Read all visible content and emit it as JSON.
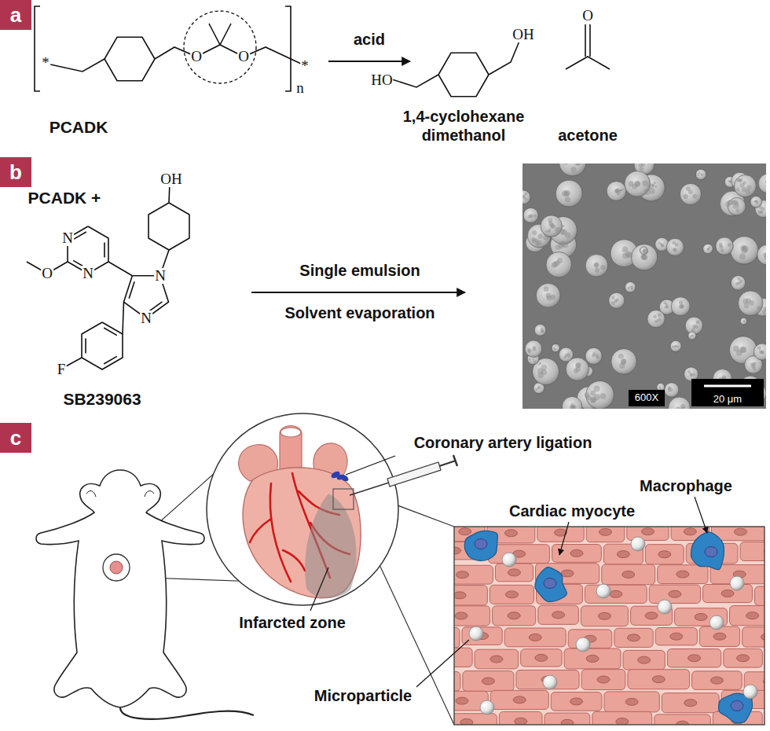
{
  "diagram": {
    "nodes": [
      {
        "text": [
          "a"
        ]
      },
      {
        "text": [
          "b"
        ]
      },
      {
        "text": [
          "c"
        ]
      }
    ],
    "labels": [
      "*",
      "O",
      "O",
      "*",
      "n",
      "PCADK",
      "acid",
      "HO",
      "OH",
      "O",
      "1,4-cyclohexane dimethanol",
      "acetone",
      "PCADK +",
      "OH",
      "N",
      "O",
      "N",
      "N",
      "N",
      "F",
      "SB239063",
      "Single emulsion",
      "Solvent evaporation",
      "600X",
      "20 μm",
      "Coronary artery ligation",
      "Macrophage",
      "Cardiac myocyte",
      "Infarcted zone",
      "Microparticle"
    ]
  }
}
